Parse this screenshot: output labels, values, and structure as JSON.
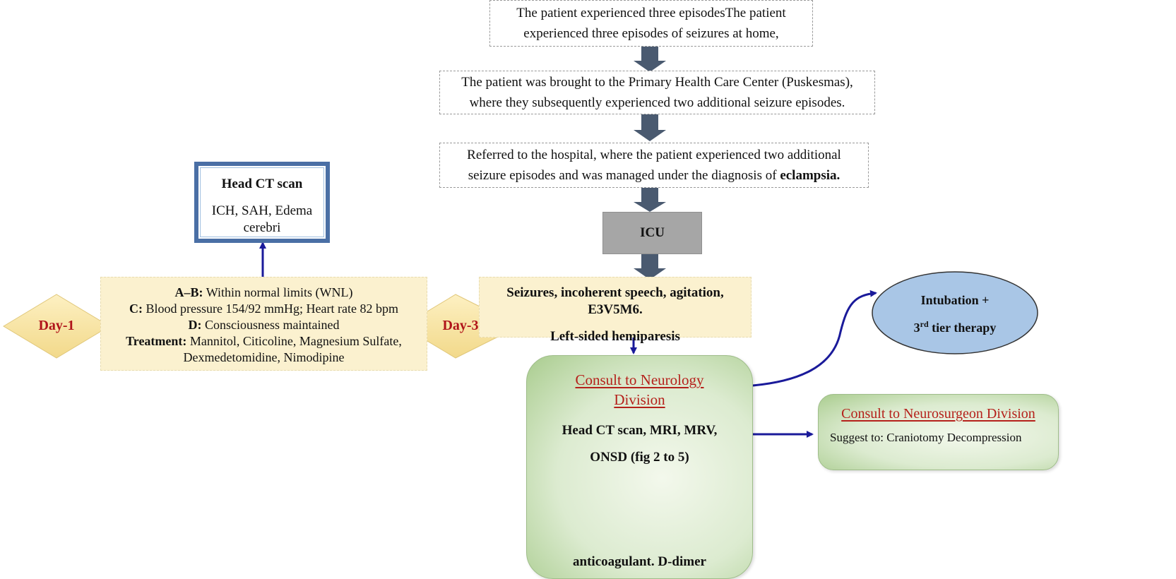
{
  "flow": {
    "step1": {
      "line1": "The patient experienced three episodesThe patient",
      "line2": "experienced three episodes of seizures at home,"
    },
    "step2": {
      "line1": "The patient was brought to the Primary Health Care Center (Puskesmas),",
      "line2": "where they subsequently experienced two additional seizure episodes."
    },
    "step3": {
      "line1": "Referred to the hospital, where the patient experienced two additional",
      "line2_prefix": "seizure episodes and was managed under the diagnosis of ",
      "line2_bold": "eclampsia."
    },
    "icu": {
      "label": "ICU"
    }
  },
  "head_ct": {
    "title": "Head CT scan",
    "findings_line1": "ICH, SAH, Edema",
    "findings_line2": "cerebri"
  },
  "day1": {
    "label": "Day-1",
    "rows": [
      {
        "key": "A–B:",
        "value": " Within normal limits (WNL)"
      },
      {
        "key": "C:",
        "value": " Blood pressure 154/92 mmHg; Heart rate 82 bpm"
      },
      {
        "key": "D:",
        "value": " Consciousness maintained"
      },
      {
        "key": "Treatment:",
        "value": " Mannitol, Citicoline, Magnesium Sulfate,"
      }
    ],
    "treatment_cont": "Dexmedetomidine, Nimodipine"
  },
  "day3": {
    "label": "Day-3",
    "line1": "Seizures, incoherent speech, agitation, E3V5M6.",
    "line2": "Left-sided hemiparesis"
  },
  "intubation": {
    "line1": "Intubation +",
    "line2_num": "3",
    "line2_sup": "rd",
    "line2_rest": " tier therapy"
  },
  "neurology": {
    "title_line1": "Consult to Neurology",
    "title_line2": "Division",
    "tests_line1": "Head CT scan, MRI, MRV,",
    "tests_line2": "ONSD (fig 2 to 5)",
    "outcome": "anticoagulant. D-dimer"
  },
  "neurosurgeon": {
    "title": "Consult to Neurosurgeon Division",
    "suggestion": "Suggest to: Craniotomy Decompression"
  },
  "colors": {
    "block_arrow": "#4a5a70",
    "connector": "#1a1a9a",
    "title_red": "#b5211b",
    "yellow_fill": "#fbf1cf",
    "ellipse_fill": "#a9c6e6",
    "icu_fill": "#a6a6a6",
    "head_ct_border": "#4a6fa5"
  }
}
